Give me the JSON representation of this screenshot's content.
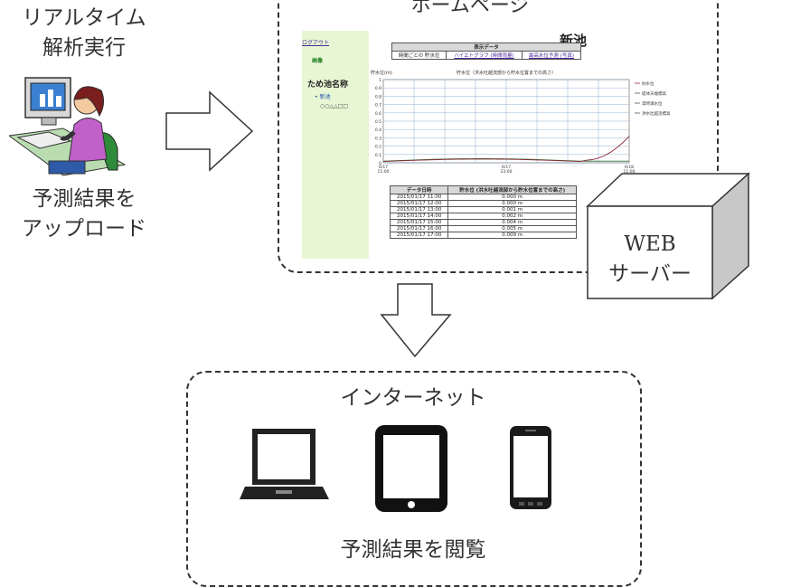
{
  "left_panel": {
    "realtime_line1": "リアルタイム",
    "realtime_line2": "解析実行",
    "upload_line1": "予測結果を",
    "upload_line2": "アップロード"
  },
  "homepage": {
    "title": "ホームページ",
    "screenshot": {
      "logout": "ログアウト",
      "home": "画像",
      "pond_list_label": "ため池名称",
      "pond_item": "新池",
      "pond_item_sub": "○○△△□□",
      "page_pond_name": "新池",
      "nav_header": "表示データ",
      "nav": [
        {
          "label": "時間ごとの 貯水位",
          "link": false
        },
        {
          "label": "ハイエトグラフ (時間雨量)",
          "link": true
        },
        {
          "label": "最高水位予測 (写真)",
          "link": true
        }
      ],
      "chart": {
        "ylabel": "貯水位(m)",
        "title": "貯水位（洪水吐越流部から貯水位置までの高さ）",
        "yticks": [
          "1",
          "0.9",
          "0.8",
          "0.7",
          "0.6",
          "0.5",
          "0.4",
          "0.3",
          "0.2",
          "0.1",
          "0"
        ],
        "xticks": [
          "6/17 11:00",
          "6/17 23:00",
          "6/18 11:00"
        ],
        "legend": [
          "貯水位",
          "堤体天端標高",
          "常時満水位",
          "洪水吐越流標高"
        ]
      },
      "table": {
        "headers": [
          "データ日時",
          "貯水位 (洪水吐越流部から貯水位置までの高さ)"
        ],
        "rows": [
          [
            "2015/01/17 11:00",
            "0.000 m"
          ],
          [
            "2015/01/17 12:00",
            "0.000 m"
          ],
          [
            "2015/01/17 13:00",
            "0.001 m"
          ],
          [
            "2015/01/17 14:00",
            "0.002 m"
          ],
          [
            "2015/01/17 15:00",
            "0.004 m"
          ],
          [
            "2015/01/17 16:00",
            "0.005 m"
          ],
          [
            "2015/01/17 17:00",
            "0.009 m"
          ]
        ]
      }
    }
  },
  "server": {
    "line1": "WEB",
    "line2": "サーバー"
  },
  "internet": {
    "title": "インターネット",
    "view_label": "予測結果を閲覧",
    "devices": [
      "laptop-icon",
      "tablet-icon",
      "smartphone-icon"
    ]
  },
  "colors": {
    "sidebar": "#e8f6d4",
    "series_red": "#8b2a3a",
    "series_green": "#2e6b2e",
    "grid": "#7aa0c8"
  }
}
